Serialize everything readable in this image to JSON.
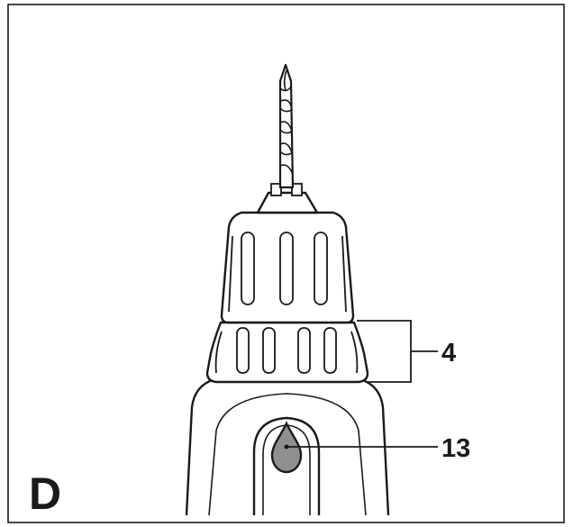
{
  "figure": {
    "panel_letter": "D",
    "callouts": [
      {
        "number": "4"
      },
      {
        "number": "13"
      }
    ]
  },
  "colors": {
    "line": "#1a1a1a",
    "fill": "#ffffff",
    "button_fill": "#8f8f8f"
  }
}
